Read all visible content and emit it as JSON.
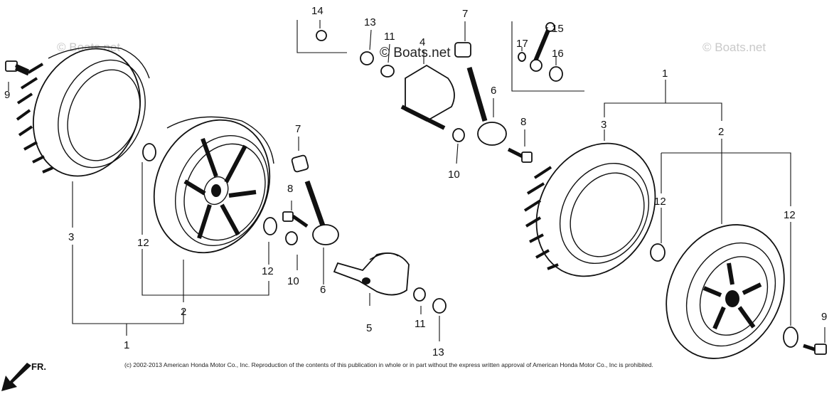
{
  "watermark_text": "© Boats.net",
  "copyright_text": "(c) 2002-2013 American Honda Motor Co., Inc. Reproduction of the contents of this publication in whole or in part without the express written approval of American Honda Motor Co., Inc is prohibited.",
  "front_arrow_label": "FR.",
  "callouts": {
    "c1_left": "1",
    "c1_right": "1",
    "c2_left": "2",
    "c2_right": "2",
    "c3_left": "3",
    "c3_right": "3",
    "c4": "4",
    "c5": "5",
    "c6_mid": "6",
    "c6_top": "6",
    "c7_mid": "7",
    "c7_top": "7",
    "c8_mid": "8",
    "c8_top": "8",
    "c9_left": "9",
    "c9_right": "9",
    "c10_mid": "10",
    "c10_top": "10",
    "c11_mid": "11",
    "c11_top": "11",
    "c12_a": "12",
    "c12_b": "12",
    "c12_c": "12",
    "c12_d": "12",
    "c13_mid": "13",
    "c13_top": "13",
    "c14": "14",
    "c15": "15",
    "c16": "16",
    "c17": "17"
  }
}
